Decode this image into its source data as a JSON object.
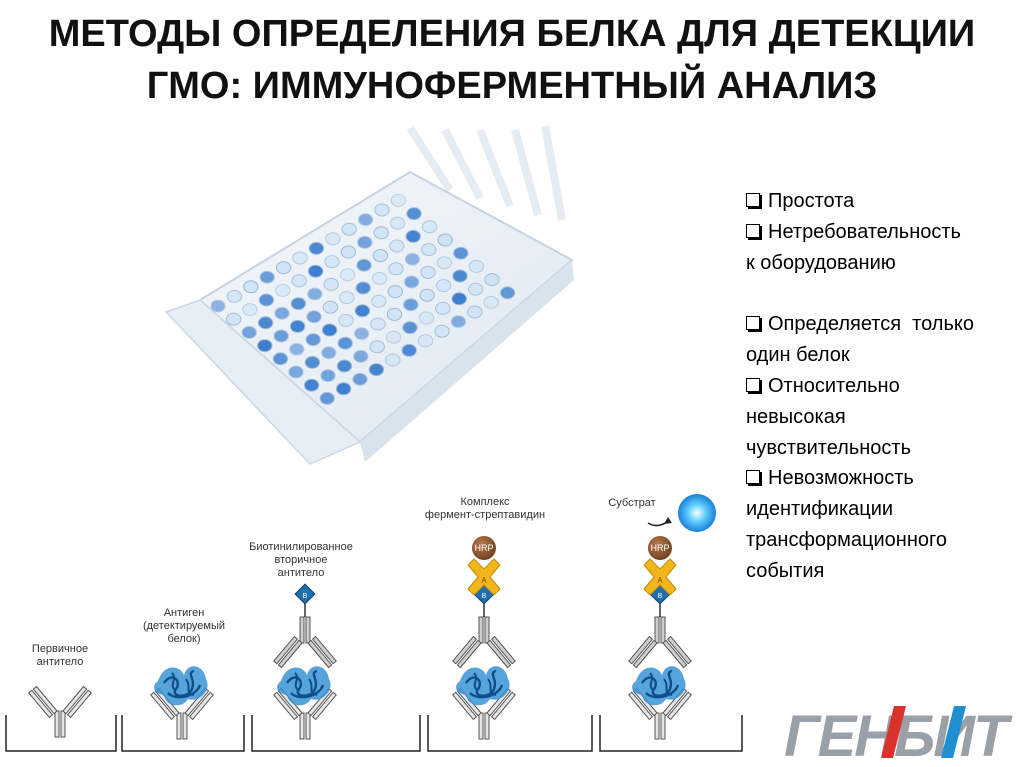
{
  "title": {
    "line1": "МЕТОДЫ ОПРЕДЕЛЕНИЯ БЕЛКА ДЛЯ ДЕТЕКЦИИ",
    "line2": "ГМО: ИММУНОФЕРМЕНТНЫЙ АНАЛИЗ"
  },
  "bullets": [
    {
      "lines": [
        "Простота"
      ]
    },
    {
      "lines": [
        "Нетребовательность",
        "к оборудованию"
      ]
    },
    {
      "lines": [
        "Определяется  только",
        "один белок"
      ]
    },
    {
      "lines": [
        "Относительно",
        "невысокая",
        "чувствительность"
      ]
    },
    {
      "lines": [
        "Невозможность",
        "идентификации",
        "трансформационного",
        "события"
      ]
    }
  ],
  "diagram": {
    "labels": {
      "primary_antibody": [
        "Первичное",
        "антитело"
      ],
      "antigen": [
        "Антиген",
        "(детектируемый",
        "белок)"
      ],
      "secondary": [
        "Биотинилированное",
        "вторичное",
        "антитело"
      ],
      "complex": [
        "Комплекс",
        "фермент-стрептавидин"
      ],
      "substrate": "Субстрат"
    },
    "marks": {
      "hrp": "HRP",
      "avidin": "A",
      "biotin": "B"
    }
  },
  "logo": {
    "text": "ГЕНБИТ"
  },
  "colors": {
    "well_blue": "#3d7fd0",
    "pale_blue": "#cfe4f7",
    "avidin": "#f2b61c",
    "hrp": "#8a5530",
    "biotin": "#1f6fae",
    "substrate": "#2aa9f0"
  }
}
